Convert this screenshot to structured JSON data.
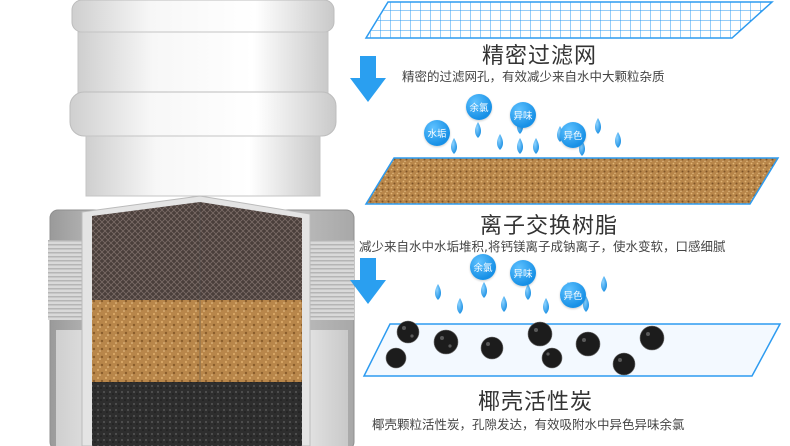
{
  "sections": [
    {
      "title": "精密过滤网",
      "desc": "精密的过滤网孔，有效减少来自水中大颗粒杂质",
      "bubbles": []
    },
    {
      "title": "离子交换树脂",
      "desc": "减少来自水中水垢堆积,将钙镁离子成钠离子，使水变软，口感细腻",
      "bubbles": [
        "余氯",
        "异味",
        "水垢",
        "异色"
      ]
    },
    {
      "title": "椰壳活性炭",
      "desc": "椰壳颗粒活性炭，孔隙发达，有效吸附水中异色异味余氯",
      "bubbles": [
        "余氯",
        "异味",
        "异色"
      ]
    }
  ],
  "colors": {
    "mesh_line": "#2d9bf0",
    "arrow": "#2a9ff0",
    "bubble": "#1790e6",
    "resin": "#b8864a",
    "carbon": "#222222"
  }
}
